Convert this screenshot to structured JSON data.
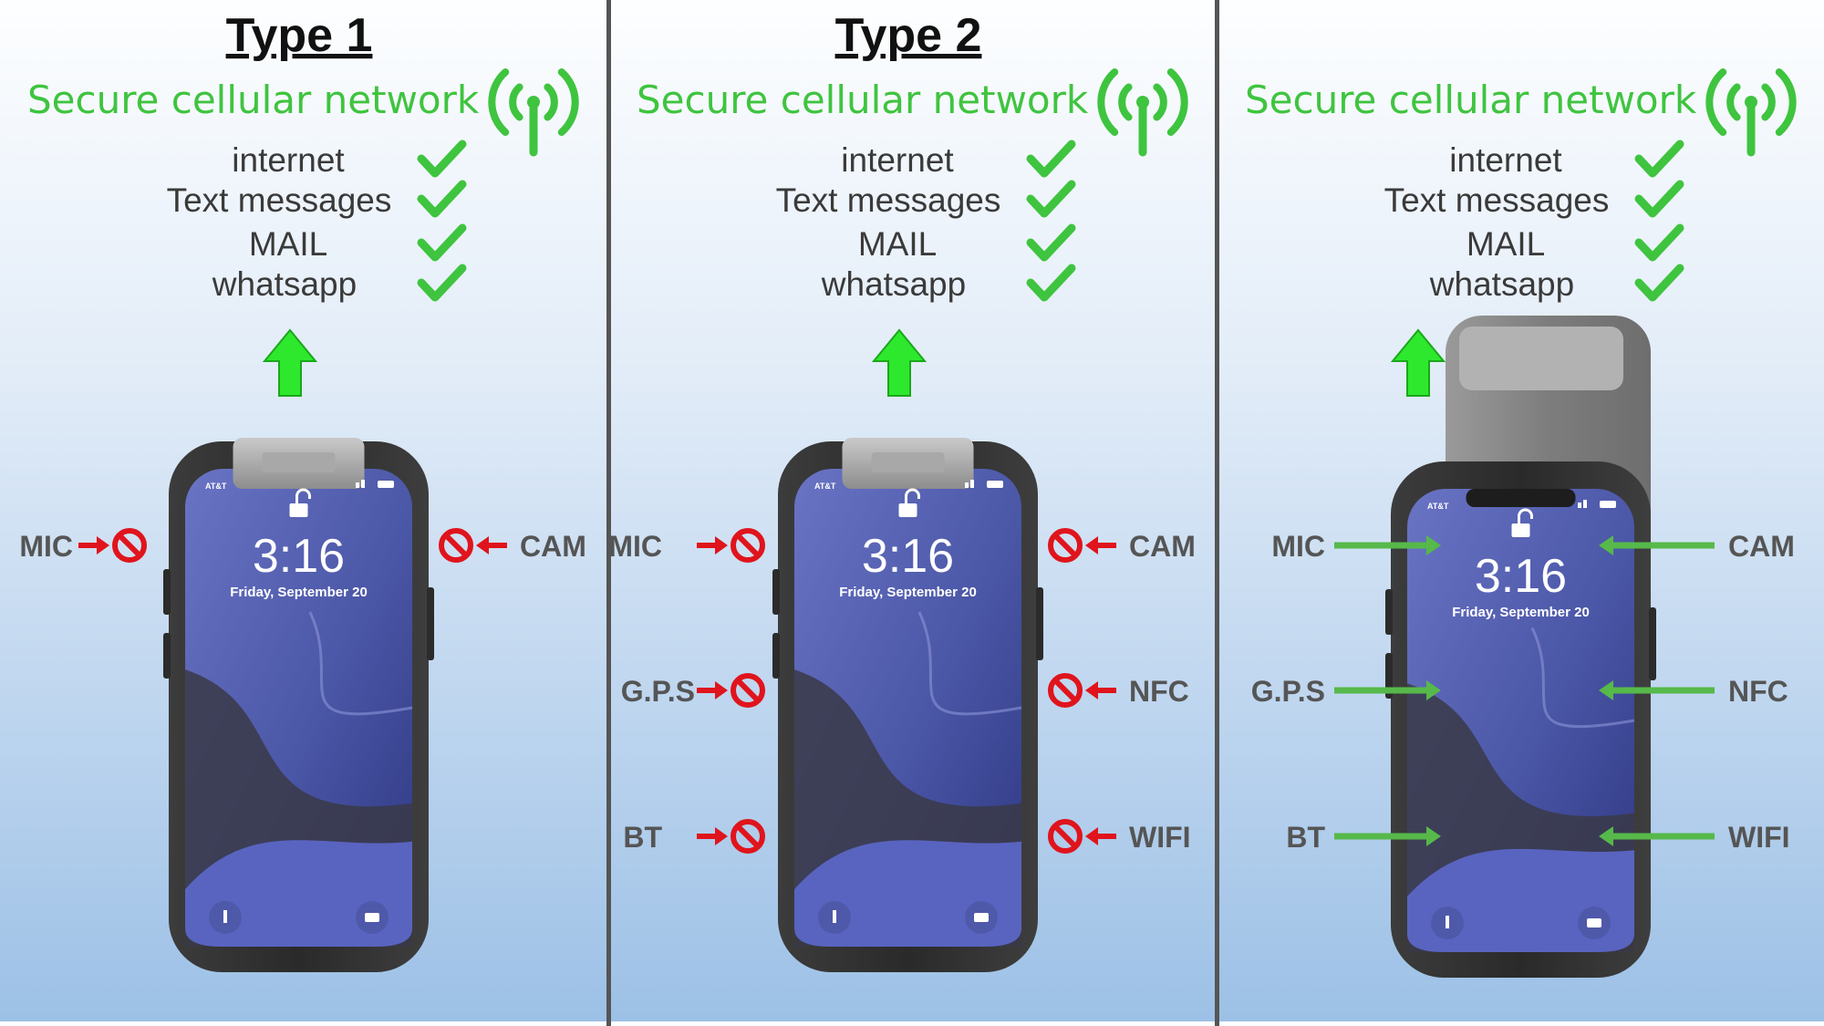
{
  "colors": {
    "green": "#3fc43f",
    "block_red": "#e0141c",
    "allow_green": "#56b94a",
    "up_arrow": "#2ee82e",
    "divider": "#555555"
  },
  "panels": [
    {
      "title": "Type 1",
      "network": "Secure cellular network",
      "features": [
        "internet",
        "Text messages",
        "MAIL",
        "whatsapp"
      ],
      "phone": {
        "time": "3:16",
        "date": "Friday, September 20",
        "carrier": "AT&T",
        "module": "short"
      },
      "ports": [
        {
          "label": "MIC",
          "side": "left",
          "row": "top",
          "status": "blocked"
        },
        {
          "label": "CAM",
          "side": "right",
          "row": "top",
          "status": "blocked"
        }
      ]
    },
    {
      "title": "Type 2",
      "network": "Secure cellular network",
      "features": [
        "internet",
        "Text messages",
        "MAIL",
        "whatsapp"
      ],
      "phone": {
        "time": "3:16",
        "date": "Friday, September 20",
        "carrier": "AT&T",
        "module": "short"
      },
      "ports": [
        {
          "label": "MIC",
          "side": "left",
          "row": "top",
          "status": "blocked"
        },
        {
          "label": "CAM",
          "side": "right",
          "row": "top",
          "status": "blocked"
        },
        {
          "label": "G.P.S",
          "side": "left",
          "row": "middle",
          "status": "blocked"
        },
        {
          "label": "NFC",
          "side": "right",
          "row": "middle",
          "status": "blocked"
        },
        {
          "label": "BT",
          "side": "left",
          "row": "bottom",
          "status": "blocked"
        },
        {
          "label": "WIFI",
          "side": "right",
          "row": "bottom",
          "status": "blocked"
        }
      ]
    },
    {
      "title": "",
      "network": "Secure cellular network",
      "features": [
        "internet",
        "Text messages",
        "MAIL",
        "whatsapp"
      ],
      "phone": {
        "time": "3:16",
        "date": "Friday, September 20",
        "carrier": "AT&T",
        "module": "raised"
      },
      "ports": [
        {
          "label": "MIC",
          "side": "left",
          "row": "top",
          "status": "allowed"
        },
        {
          "label": "CAM",
          "side": "right",
          "row": "top",
          "status": "allowed"
        },
        {
          "label": "G.P.S",
          "side": "left",
          "row": "middle",
          "status": "allowed"
        },
        {
          "label": "NFC",
          "side": "right",
          "row": "middle",
          "status": "allowed"
        },
        {
          "label": "BT",
          "side": "left",
          "row": "bottom",
          "status": "allowed"
        },
        {
          "label": "WIFI",
          "side": "right",
          "row": "bottom",
          "status": "allowed"
        }
      ]
    }
  ]
}
